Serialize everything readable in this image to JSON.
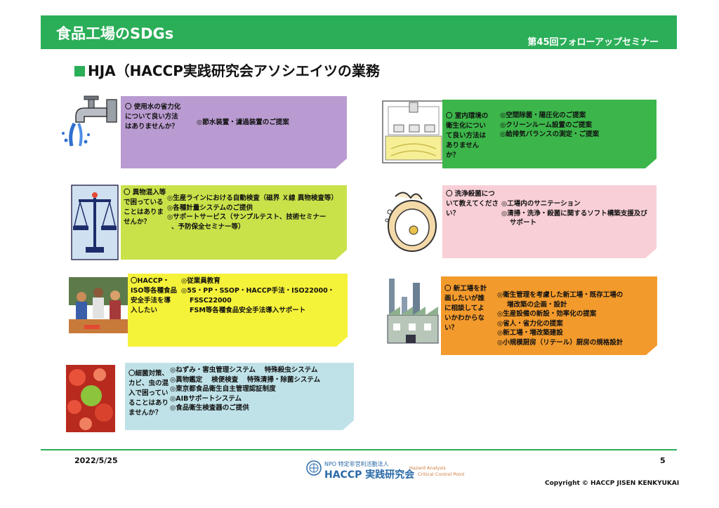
{
  "header": {
    "title": "食品工場のSDGs",
    "seminar": "第45回フォローアップセミナー"
  },
  "subtitle": "HJA（HACCP実践研究会アソシエイツの業務",
  "cards": [
    {
      "q": "〇 使用水の省力化について良い方法 はありませんか？",
      "a": [
        "◎節水装置・濾過装置のご提案"
      ]
    },
    {
      "q": "〇 室内環境の衛生化について良い方法はありませんか？",
      "a": [
        "◎空間除菌・陽圧化のご提案",
        "◎クリーンルーム設置のご提案",
        "◎給排気バランスの測定・ご提案"
      ]
    },
    {
      "q": "〇 異物混入等で困っていることはありませんか？",
      "a": [
        "◎生産ラインにおける自動検査（磁界 Ｘ線 異物検査等）",
        "◎各種計量システムのご提供",
        "◎サポートサービス（サンプルテスト、技術セミナー",
        "、予防保全セミナー等）"
      ]
    },
    {
      "q": "〇 洗浄殺菌について教えてください？",
      "a": [
        "◎工場内のサニテーション",
        "◎清掃・洗浄・殺菌に関するソフト構築支援及び",
        "サポート"
      ]
    },
    {
      "q": "〇HACCP・ISO等各種食品安全手法を導入したい",
      "a": [
        "◎従業員教育",
        "◎5S・PP・SSOP・HACCP手法・ISO22000・",
        "FSSC22000",
        "FSM等各種食品安全手法導入サポート"
      ]
    },
    {
      "q": "〇 新工場を計画したいが誰に相談してよいかわからない？",
      "a": [
        "◎衛生管理を考慮した新工場・既存工場の",
        "増改築の企画・設計",
        "◎生産設備の新設・効率化の提案",
        "◎省人・省力化の提案",
        "◎新工場・増改築建設",
        "◎小規模厨房（リテール）厨房の規格設計"
      ]
    },
    {
      "q": "〇細菌対策、カビ、虫の混入で困っていることはありませんか？",
      "a": [
        "◎ねずみ・害虫管理システム　 特殊殺虫システム",
        "◎異物鑑定　 検便検査　 特殊清掃・除菌システム",
        "◎東京都食品衛生自主管理認証制度",
        "◎AIBサポートシステム",
        "◎食品衛生検査器のご提供"
      ]
    }
  ],
  "colors": {
    "brand": "#2bae58",
    "card_purple": "#b99bd1",
    "card_green": "#3cb64a",
    "card_lime": "#c9e24a",
    "card_pink": "#f8cfd6",
    "card_yellow": "#f5f23a",
    "card_orange": "#f39a2c",
    "card_blue": "#bfe2e8"
  },
  "footer": {
    "date": "2022/5/25",
    "page": "5",
    "org_small": "NPO 特定非営利活動法人",
    "org_name": "HACCP 実践研究会",
    "org_sub1": "Hazard Analysis",
    "org_sub2": "Critical Control Point",
    "copyright": "Copyright © HACCP JISEN KENKYUKAI"
  }
}
